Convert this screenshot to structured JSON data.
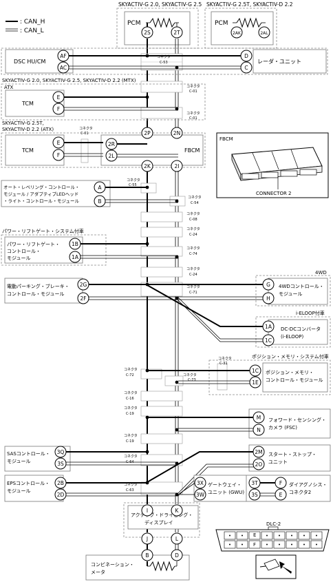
{
  "legend": {
    "can_h": ": CAN_H",
    "can_l": ": CAN_L"
  },
  "top": {
    "left_header": "SKYACTIV-G 2.0, SKYACTIV-G 2.5",
    "right_header": "SKYACTIV-G 2.5T, SKYACTIV-D 2.2",
    "pcm": "PCM"
  },
  "pins": {
    "p2S": "2S",
    "p2T": "2T",
    "p2AK": "2AK",
    "p2AL": "2AL",
    "AF": "AF",
    "AC": "AC",
    "D": "D",
    "C": "C",
    "E": "E",
    "F": "F",
    "E2": "E",
    "F2": "F",
    "p2R": "2R",
    "p2L": "2L",
    "p2P": "2P",
    "p2N": "2N",
    "p2K": "2K",
    "p2I": "2I",
    "A": "A",
    "B": "B",
    "p1B": "1B",
    "p1A": "1A",
    "p2G": "2G",
    "p2F": "2F",
    "G": "G",
    "H": "H",
    "p1A2": "1A",
    "p1C": "1C",
    "p1C2": "1C",
    "p1E": "1E",
    "M": "M",
    "N": "N",
    "p3Q": "3Q",
    "p3S": "3S",
    "p2M": "2M",
    "p2O": "2O",
    "p2B": "2B",
    "p2D": "2D",
    "p3X": "3X",
    "p3W": "3W",
    "p3T": "3T",
    "p3S2": "3S",
    "F3": "F",
    "E3": "E",
    "I": "I",
    "K": "K",
    "J": "J",
    "L": "L",
    "B2": "B",
    "D2": "D"
  },
  "labels": {
    "dsc": "DSC HU/CM",
    "radar": "レーダ・ユニット",
    "mtx": "SKYACTIV-G 2.0, SKYACTIV-G 2.5, SKYACTIV-D 2.2 (MTX)",
    "atx": "ATX",
    "tcm1": "TCM",
    "atx2_1": "SKYACTIV-G 2.5T,",
    "atx2_2": "SKYACTIV-D 2.2 (ATX)",
    "tcm2": "TCM",
    "fbcm": "FBCM",
    "fbcm_title": "FBCM",
    "fbcm_conn": "CONNECTOR 2",
    "auto_level_1": "オート・レベリング・コントロール・",
    "auto_level_2": "モジュール / アダプティブLEDヘッド",
    "auto_level_3": "・ライト・コントロール・モジュール",
    "pwr_lg_header": "パワー・リフトゲート・システム付車",
    "pwr_lg_1": "パワー・リフトゲート・",
    "pwr_lg_2": "コントロール・",
    "pwr_lg_3": "モジュール",
    "epb_1": "電動パーキング・ブレーキ・",
    "epb_2": "コントロール・モジュール",
    "fwd_header": "4WD",
    "fwd_1": "4WDコントロール・",
    "fwd_2": "モジュール",
    "ieloop_header": "i-ELOOP付車",
    "dcdc_1": "DC-DCコンバータ",
    "dcdc_2": "(i-ELOOP)",
    "posmem_header": "ポジション・メモリ・システム付車",
    "posmem_1": "ポジション・メモリ・",
    "posmem_2": "コントロール・モジュール",
    "fsc_1": "フォワード・センシング・",
    "fsc_2": "カメラ (FSC)",
    "sas_1": "SASコントロール・",
    "sas_2": "モジュール",
    "ss_1": "スタート・ストップ・",
    "ss_2": "ユニット",
    "eps_1": "EPSコントロール・",
    "eps_2": "モジュール",
    "gwu_1": "ゲートウェイ・",
    "gwu_2": "ユニット (GWU)",
    "diag_1": "ダイアグノシス・",
    "diag_2": "コネクタ2",
    "adisp_1": "アクティブ・ドライビング・",
    "adisp_2": "ディスプレイ",
    "meter_1": "コンビネーション・",
    "meter_2": "メータ",
    "dlc": "DLC-2",
    "dlc_e": "E",
    "dlc_f": "F"
  },
  "connectors": {
    "kon": "コネクタ",
    "c53": "C-53",
    "c01": "C-01",
    "c55": "C-55",
    "c54": "C-54",
    "c08": "C-08",
    "c24": "C-24",
    "c74": "C-74",
    "c71": "C-71",
    "c31": "C-31",
    "c72": "C-72",
    "c73": "C-73",
    "c16": "C-16",
    "c19": "C-19",
    "c64": "C-64",
    "c63": "C-63"
  },
  "colors": {
    "line": "#000000",
    "box_border": "#777777",
    "dashed": "#888888"
  }
}
